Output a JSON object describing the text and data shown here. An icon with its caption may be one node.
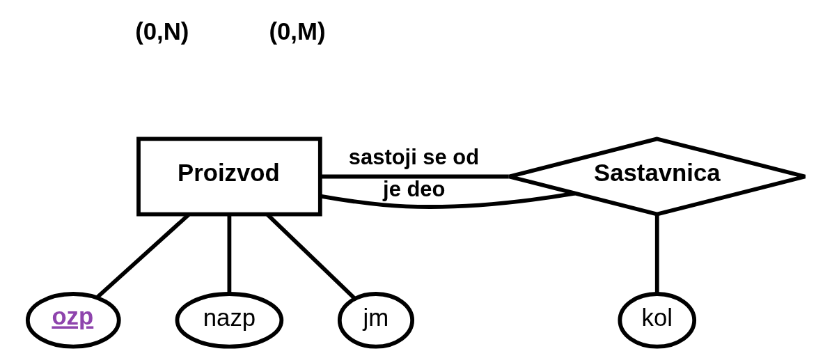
{
  "diagram": {
    "nodes": [
      {
        "text": [
          "Proizvod"
        ]
      },
      {
        "text": [
          "Sastavnica"
        ]
      },
      {
        "text": [
          "ozp"
        ]
      },
      {
        "text": [
          "nazp"
        ]
      },
      {
        "text": [
          "jm"
        ]
      },
      {
        "text": [
          "kol"
        ]
      }
    ],
    "edges": [
      {
        "from": 0,
        "to": 1,
        "arrow": "none",
        "label": "je deo"
      },
      {
        "from": 0,
        "to": 1,
        "arrow": "none",
        "label": "sastoji se od"
      },
      {
        "from": 0,
        "to": 2,
        "arrow": "none"
      },
      {
        "from": 0,
        "to": 3,
        "arrow": "none"
      },
      {
        "from": 0,
        "to": 4,
        "arrow": "none"
      },
      {
        "from": 1,
        "to": 5,
        "arrow": "none"
      }
    ],
    "labels": [
      "(0,N)",
      "(0,M)"
    ]
  }
}
